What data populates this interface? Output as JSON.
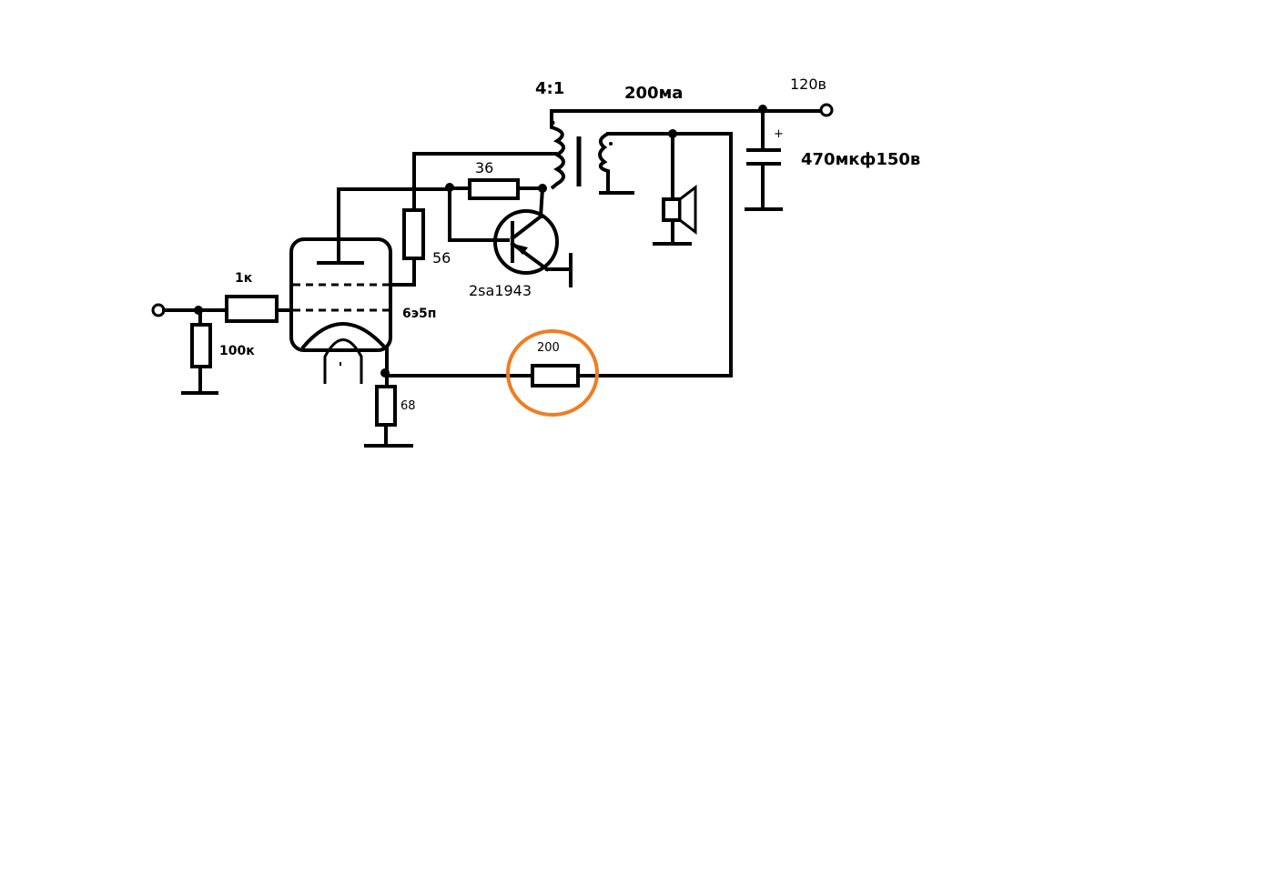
{
  "labels": {
    "transformer_ratio": "4:1",
    "current": "200ма",
    "supply_voltage": "120в",
    "capacitor": "470мкф150в",
    "capacitor_polarity": "+",
    "resistor_base": "36",
    "resistor_grid2": "56",
    "transistor": "2sa1943",
    "resistor_input": "1к",
    "resistor_grid_leak": "100к",
    "tube": "6э5п",
    "resistor_feedback": "200",
    "resistor_cathode": "68"
  },
  "colors": {
    "wire": "#000000",
    "highlight": "#f07d21",
    "background": "#ffffff"
  }
}
